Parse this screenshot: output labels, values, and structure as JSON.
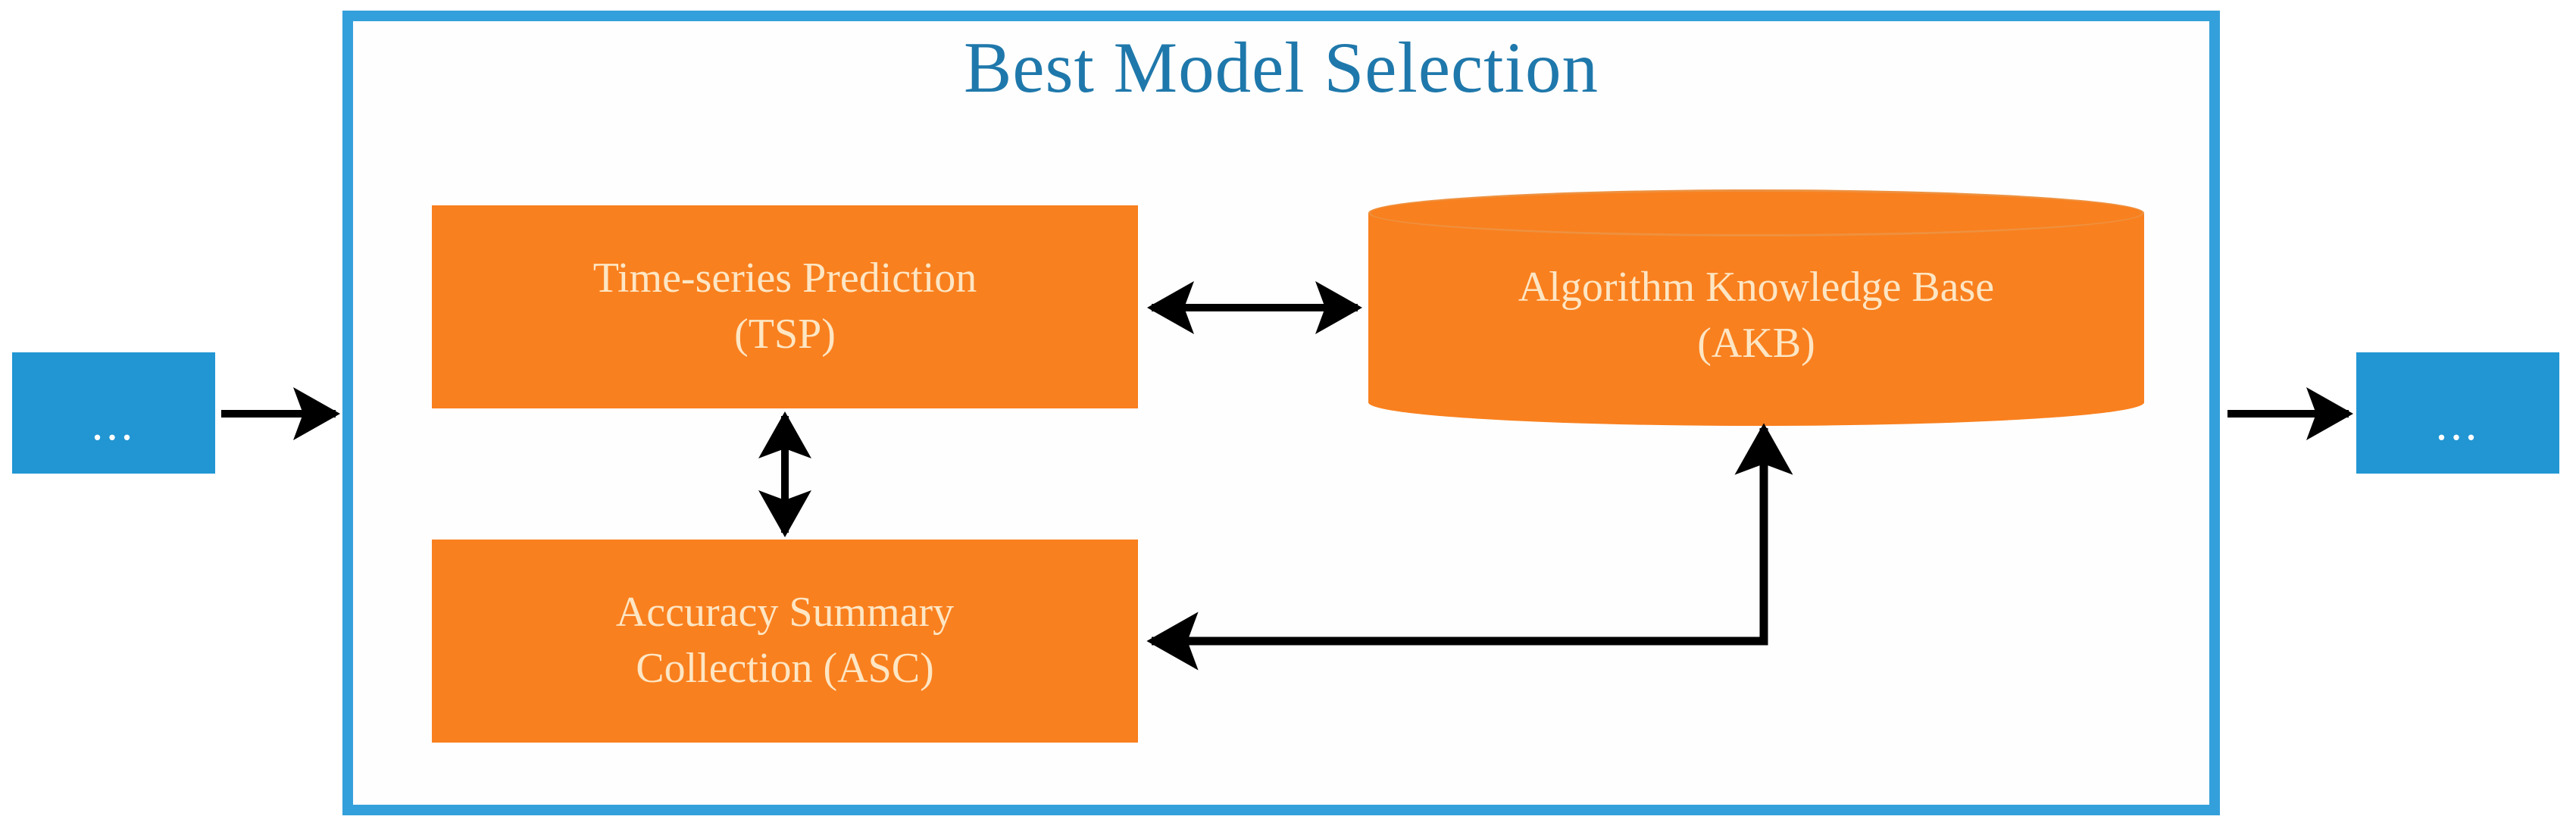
{
  "diagram": {
    "title": "Best Model Selection",
    "container_border_color": "#34A0DB",
    "accent_orange": "#F9801F",
    "accent_blue": "#2196D3",
    "title_color": "#1F78AB",
    "box_text_color": "#FDE6C4",
    "arrow_color": "#000000"
  },
  "nodes": {
    "tsp": {
      "line1": "Time-series Prediction",
      "line2": "(TSP)",
      "shape": "rectangle"
    },
    "akb": {
      "line1": "Algorithm Knowledge Base",
      "line2": "(AKB)",
      "shape": "cylinder"
    },
    "asc": {
      "line1": "Accuracy Summary",
      "line2": "Collection (ASC)",
      "shape": "rectangle"
    },
    "input": {
      "label": "...",
      "shape": "rectangle"
    },
    "output": {
      "label": "...",
      "shape": "rectangle"
    }
  },
  "connectors": [
    {
      "id": "input-to-container",
      "from": "input",
      "to": "container",
      "style": "single-arrow",
      "direction": "right"
    },
    {
      "id": "container-to-output",
      "from": "container",
      "to": "output",
      "style": "single-arrow",
      "direction": "right"
    },
    {
      "id": "tsp-akb",
      "from": "tsp",
      "to": "akb",
      "style": "double-arrow",
      "direction": "horizontal"
    },
    {
      "id": "tsp-asc",
      "from": "tsp",
      "to": "asc",
      "style": "double-arrow",
      "direction": "vertical"
    },
    {
      "id": "akb-asc",
      "from": "akb",
      "to": "asc",
      "style": "double-arrow",
      "direction": "elbow"
    }
  ]
}
